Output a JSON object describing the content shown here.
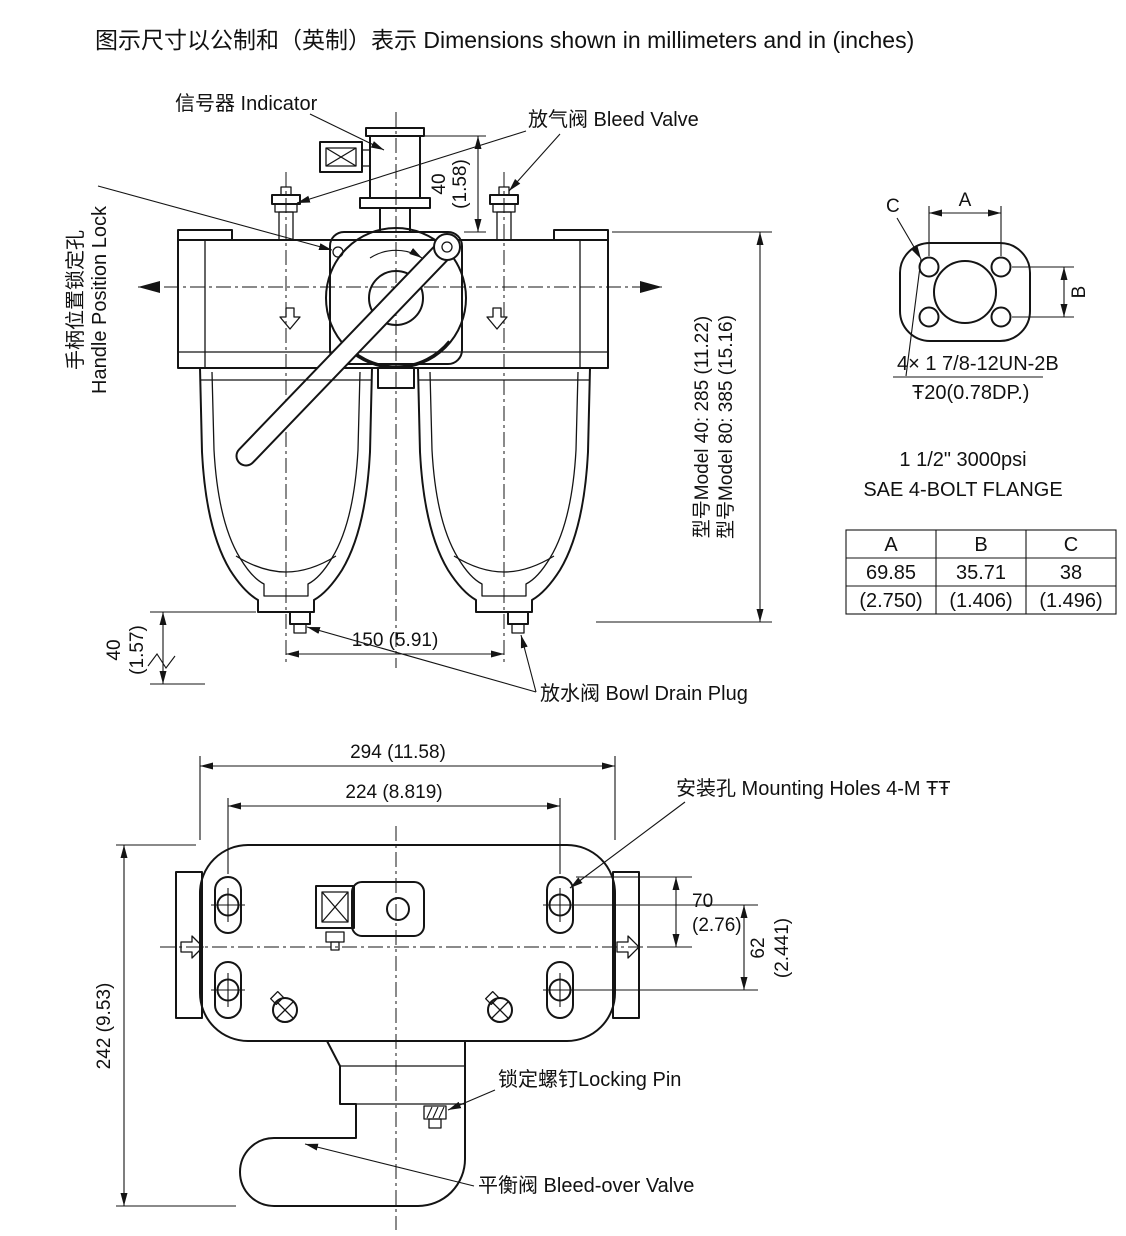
{
  "title": "图示尺寸以公制和（英制）表示  Dimensions shown in millimeters and in (inches)",
  "front_view": {
    "indicator_label": "信号器 Indicator",
    "bleed_valve_label": "放气阀 Bleed Valve",
    "handle_lock_label_cn": "手柄位置锁定孔",
    "handle_lock_label_en": "Handle Position Lock",
    "dim_top_mm": "40",
    "dim_top_in": "(1.58)",
    "dim_height_model40": "型号Model 40: 285 (11.22)",
    "dim_height_model80": "型号Model 80: 385 (15.16)",
    "dim_bowl_centers": "150 (5.91)",
    "dim_bottom_mm": "40",
    "dim_bottom_in": "(1.57)",
    "bowl_drain_label": "放水阀 Bowl Drain Plug"
  },
  "flange_detail": {
    "label_a": "A",
    "label_b": "B",
    "label_c": "C",
    "thread_note": "4× 1 7/8-12UN-2B",
    "depth_note": "Ŧ20(0.78DP.)",
    "pressure_note": "1 1/2\" 3000psi",
    "flange_note": "SAE 4-BOLT FLANGE",
    "table": {
      "headers": [
        "A",
        "B",
        "C"
      ],
      "mm": [
        "69.85",
        "35.71",
        "38"
      ],
      "inches": [
        "(2.750)",
        "(1.406)",
        "(1.496)"
      ]
    }
  },
  "bottom_view": {
    "dim_overall_width": "294 (11.58)",
    "dim_hole_width": "224 (8.819)",
    "mounting_holes_label": "安装孔 Mounting Holes  4-M ŦŦ",
    "dim_70_mm": "70",
    "dim_70_in": "(2.76)",
    "dim_62_mm": "62",
    "dim_62_in": "(2.441)",
    "dim_overall_height": "242 (9.53)",
    "locking_pin_label": "锁定螺钉Locking Pin",
    "bleed_over_label": "平衡阀 Bleed-over Valve"
  }
}
